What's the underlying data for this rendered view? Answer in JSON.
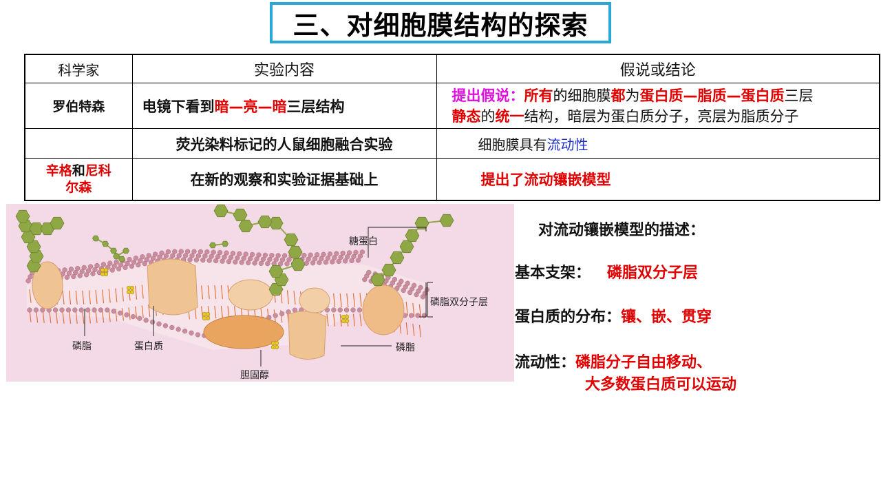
{
  "title": "三、对细胞膜结构的探索",
  "table": {
    "headers": [
      "科学家",
      "实验内容",
      "假说或结论"
    ],
    "rows": [
      {
        "scientist": "罗伯特森",
        "content_parts": [
          "电镜下看到",
          "暗—亮—暗",
          "三层结构"
        ],
        "conclusion_line1": [
          "提出假说：",
          "所有",
          "的细胞膜",
          "都",
          "为",
          "蛋白质—脂质—蛋白质",
          "三层"
        ],
        "conclusion_line2": [
          "静态",
          "的",
          "统一",
          "结构，暗层为蛋白质分子，亮层为脂质分子"
        ]
      },
      {
        "scientist": "",
        "content": "荧光染料标记的人鼠细胞融合实验",
        "conclusion_parts": [
          "细胞膜具有",
          "流动性"
        ]
      },
      {
        "scientist_parts": [
          "辛格",
          "和",
          "尼科",
          "尔森"
        ],
        "content": "在新的观察和实验证据基础上",
        "conclusion": "提出了流动镶嵌模型"
      }
    ]
  },
  "diagram": {
    "labels": {
      "glycoprotein": "糖蛋白",
      "bilayer": "磷脂双分子层",
      "phospholipid_left": "磷脂",
      "protein": "蛋白质",
      "phospholipid_right": "磷脂",
      "cholesterol": "胆固醇"
    },
    "colors": {
      "background": "#f4d9e6",
      "head": "#c98d9d",
      "tail": "#e0743a",
      "protein": "#f0c393",
      "sugar": "#8fa845",
      "cholesterol": "#e8c92a"
    }
  },
  "description": {
    "heading": "对流动镶嵌模型的描述：",
    "items": [
      {
        "key": "基本支架：",
        "value": "磷脂双分子层"
      },
      {
        "key": "蛋白质的分布：",
        "value": "镶、嵌、贯穿"
      },
      {
        "key": "流动性：",
        "value": "磷脂分子自由移动、",
        "value2": "大多数蛋白质可以运动"
      }
    ]
  }
}
